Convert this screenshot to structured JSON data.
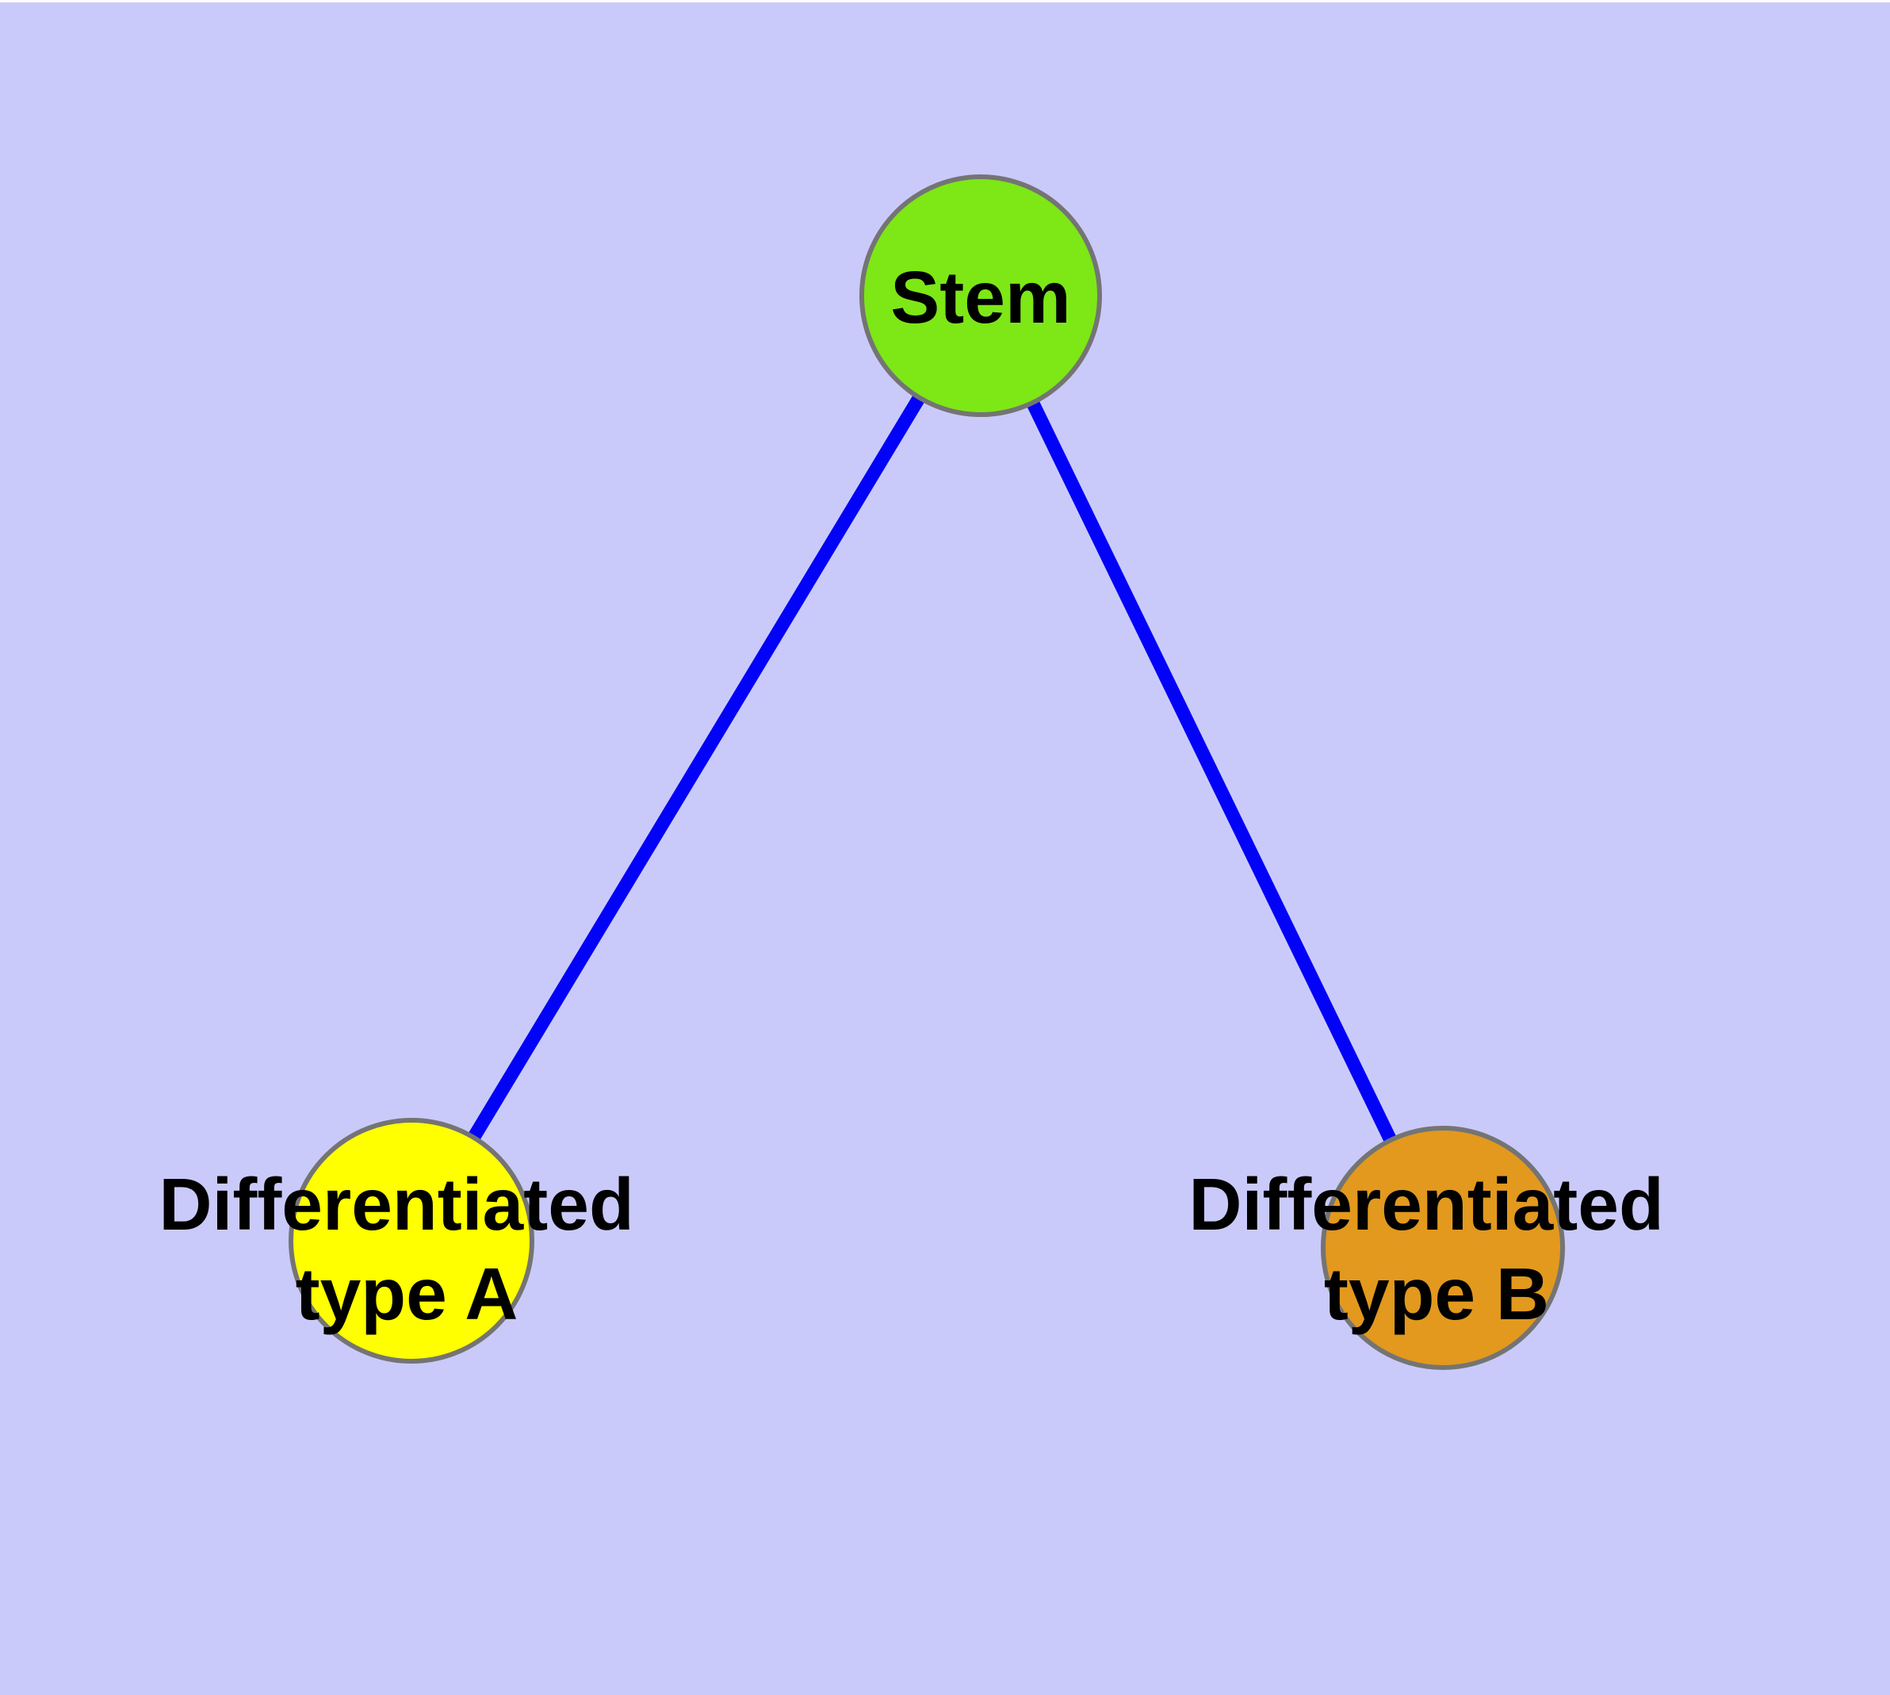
{
  "diagram": {
    "background_color": "#cacafa",
    "edge_color": "#0202f8",
    "node_border_color": "#747474",
    "label_color": "#000000",
    "nodes": [
      {
        "id": "stem",
        "label": "Stem",
        "fill": "#7de815"
      },
      {
        "id": "differentiated-type-a",
        "label_line1": "Differentiated",
        "label_line2": "type A",
        "fill": "#ffff00"
      },
      {
        "id": "differentiated-type-b",
        "label_line1": "Differentiated",
        "label_line2": "type B",
        "fill": "#e2991d"
      }
    ],
    "edges": [
      {
        "from": "stem",
        "to": "differentiated-type-a"
      },
      {
        "from": "stem",
        "to": "differentiated-type-b"
      }
    ]
  }
}
